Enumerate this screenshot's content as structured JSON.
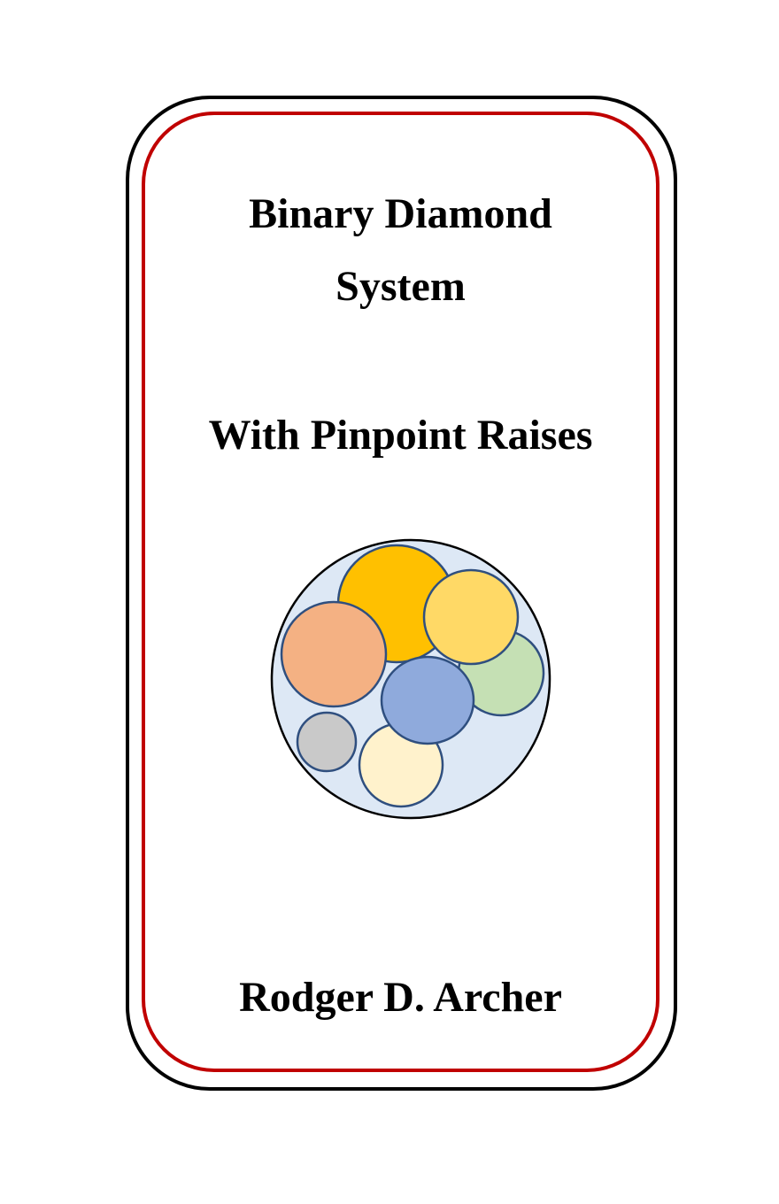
{
  "cover": {
    "title_line1": "Binary Diamond",
    "title_line2": "System",
    "subtitle": "With Pinpoint Raises",
    "author": "Rodger D. Archer"
  },
  "colors": {
    "outer_border": "#000000",
    "inner_border": "#c00000",
    "circle_background": "#dde8f5",
    "circle_outline": "#2f4f7f",
    "orange": "#ffc000",
    "salmon": "#f4b183",
    "yellow": "#ffd966",
    "green": "#c5e0b4",
    "blue": "#8faadc",
    "cream": "#fff2cc",
    "gray": "#c9c9c9"
  }
}
